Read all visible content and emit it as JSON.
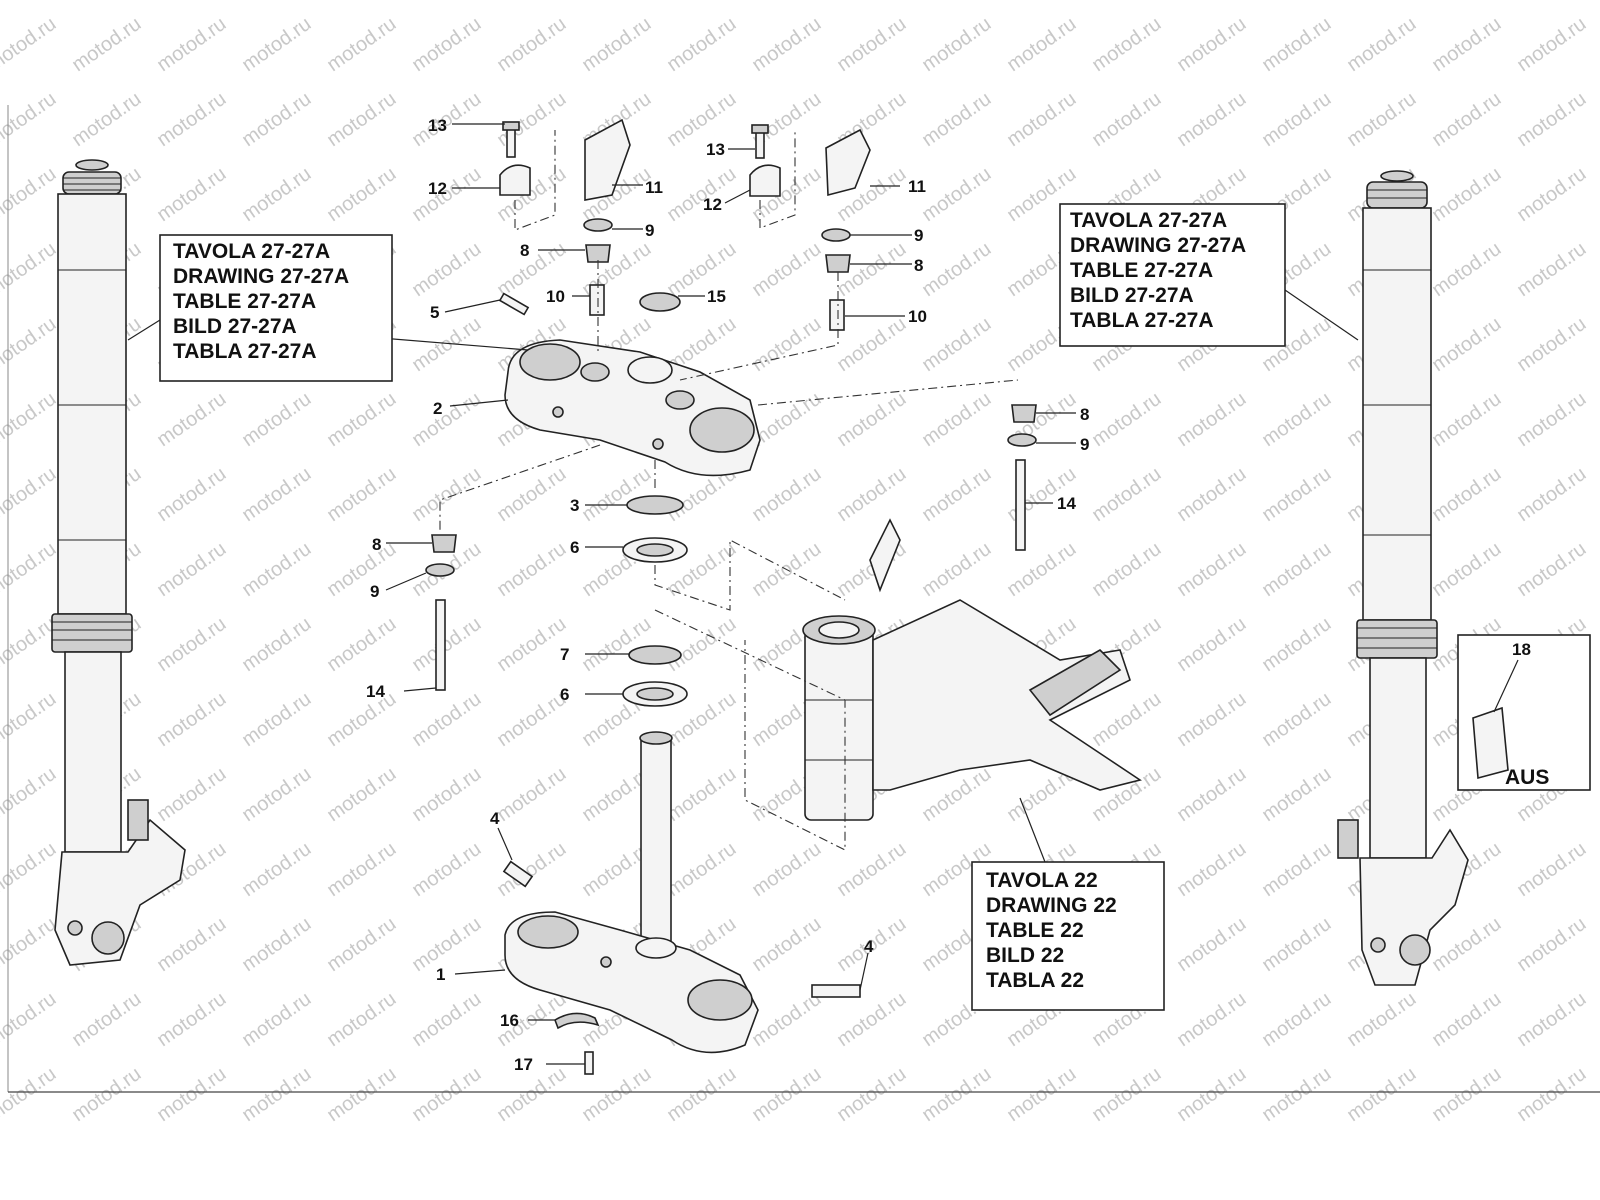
{
  "watermark": "motod.ru",
  "reference_boxes": {
    "left": [
      "TAVOLA 27-27A",
      "DRAWING 27-27A",
      "TABLE 27-27A",
      "BILD 27-27A",
      "TABLA 27-27A"
    ],
    "right": [
      "TAVOLA 27-27A",
      "DRAWING 27-27A",
      "TABLE 27-27A",
      "BILD 27-27A",
      "TABLA 27-27A"
    ],
    "bottom": [
      "TAVOLA 22",
      "DRAWING 22",
      "TABLE 22",
      "BILD 22",
      "TABLA 22"
    ]
  },
  "callouts": {
    "c1": "1",
    "c2": "2",
    "c3": "3",
    "c4a": "4",
    "c4b": "4",
    "c5": "5",
    "c6a": "6",
    "c6b": "6",
    "c7": "7",
    "c8a": "8",
    "c8b": "8",
    "c8c": "8",
    "c8d": "8",
    "c9a": "9",
    "c9b": "9",
    "c9c": "9",
    "c9d": "9",
    "c10a": "10",
    "c10b": "10",
    "c11a": "11",
    "c11b": "11",
    "c12a": "12",
    "c12b": "12",
    "c13a": "13",
    "c13b": "13",
    "c14a": "14",
    "c14b": "14",
    "c15": "15",
    "c16": "16",
    "c17": "17",
    "c18": "18"
  },
  "aus_label": "AUS"
}
